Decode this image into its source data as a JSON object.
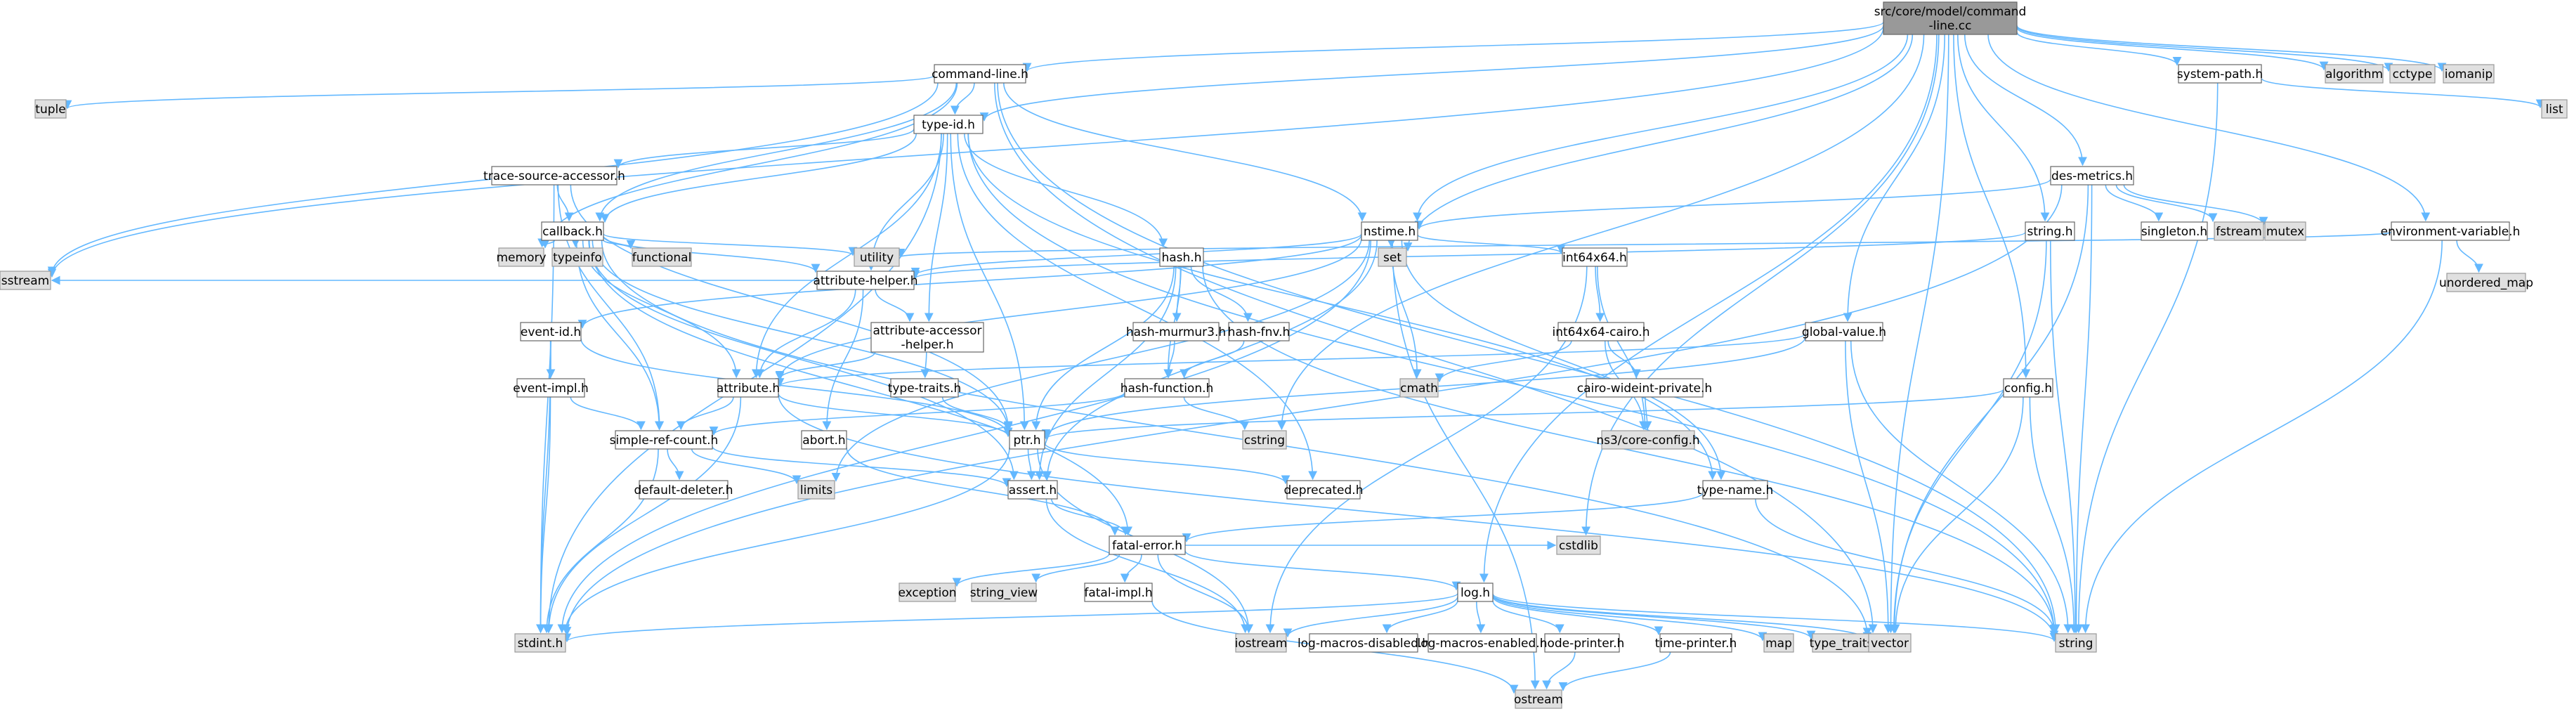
{
  "diagram": {
    "nodes": [
      {
        "id": "root",
        "label": "src/core/model/command-line.cc",
        "kind": "root"
      },
      {
        "id": "command-line.h",
        "label": "command-line.h",
        "kind": "file"
      },
      {
        "id": "type-id.h",
        "label": "type-id.h",
        "kind": "file"
      },
      {
        "id": "trace-source-accessor.h",
        "label": "trace-source-accessor.h",
        "kind": "file"
      },
      {
        "id": "callback.h",
        "label": "callback.h",
        "kind": "file"
      },
      {
        "id": "nstime.h",
        "label": "nstime.h",
        "kind": "file"
      },
      {
        "id": "hash.h",
        "label": "hash.h",
        "kind": "file"
      },
      {
        "id": "attribute-helper.h",
        "label": "attribute-helper.h",
        "kind": "file"
      },
      {
        "id": "attribute-accessor-helper.h",
        "label": "attribute-accessor-helper.h",
        "kind": "file"
      },
      {
        "id": "attribute.h",
        "label": "attribute.h",
        "kind": "file"
      },
      {
        "id": "event-id.h",
        "label": "event-id.h",
        "kind": "file"
      },
      {
        "id": "event-impl.h",
        "label": "event-impl.h",
        "kind": "file"
      },
      {
        "id": "simple-ref-count.h",
        "label": "simple-ref-count.h",
        "kind": "file"
      },
      {
        "id": "default-deleter.h",
        "label": "default-deleter.h",
        "kind": "file"
      },
      {
        "id": "abort.h",
        "label": "abort.h",
        "kind": "file"
      },
      {
        "id": "hash-murmur3.h",
        "label": "hash-murmur3.h",
        "kind": "file"
      },
      {
        "id": "hash-fnv.h",
        "label": "hash-fnv.h",
        "kind": "file"
      },
      {
        "id": "hash-function.h",
        "label": "hash-function.h",
        "kind": "file"
      },
      {
        "id": "type-traits.h",
        "label": "type-traits.h",
        "kind": "file"
      },
      {
        "id": "ptr.h",
        "label": "ptr.h",
        "kind": "file"
      },
      {
        "id": "assert.h",
        "label": "assert.h",
        "kind": "file"
      },
      {
        "id": "deprecated.h",
        "label": "deprecated.h",
        "kind": "file"
      },
      {
        "id": "fatal-error.h",
        "label": "fatal-error.h",
        "kind": "file"
      },
      {
        "id": "fatal-impl.h",
        "label": "fatal-impl.h",
        "kind": "file"
      },
      {
        "id": "log.h",
        "label": "log.h",
        "kind": "file"
      },
      {
        "id": "log-macros-disabled.h",
        "label": "log-macros-disabled.h",
        "kind": "file"
      },
      {
        "id": "log-macros-enabled.h",
        "label": "log-macros-enabled.h",
        "kind": "file"
      },
      {
        "id": "node-printer.h",
        "label": "node-printer.h",
        "kind": "file"
      },
      {
        "id": "time-printer.h",
        "label": "time-printer.h",
        "kind": "file"
      },
      {
        "id": "int64x64.h",
        "label": "int64x64.h",
        "kind": "file"
      },
      {
        "id": "int64x64-cairo.h",
        "label": "int64x64-cairo.h",
        "kind": "file"
      },
      {
        "id": "cairo-wideint-private.h",
        "label": "cairo-wideint-private.h",
        "kind": "file"
      },
      {
        "id": "type-name.h",
        "label": "type-name.h",
        "kind": "file"
      },
      {
        "id": "des-metrics.h",
        "label": "des-metrics.h",
        "kind": "file"
      },
      {
        "id": "singleton.h",
        "label": "singleton.h",
        "kind": "file"
      },
      {
        "id": "string.h",
        "label": "string.h",
        "kind": "file"
      },
      {
        "id": "global-value.h",
        "label": "global-value.h",
        "kind": "file"
      },
      {
        "id": "config.h",
        "label": "config.h",
        "kind": "file"
      },
      {
        "id": "environment-variable.h",
        "label": "environment-variable.h",
        "kind": "file"
      },
      {
        "id": "system-path.h",
        "label": "system-path.h",
        "kind": "file"
      },
      {
        "id": "tuple",
        "label": "tuple",
        "kind": "system"
      },
      {
        "id": "sstream",
        "label": "sstream",
        "kind": "system"
      },
      {
        "id": "memory",
        "label": "memory",
        "kind": "system"
      },
      {
        "id": "typeinfo",
        "label": "typeinfo",
        "kind": "system"
      },
      {
        "id": "functional",
        "label": "functional",
        "kind": "system"
      },
      {
        "id": "utility",
        "label": "utility",
        "kind": "system"
      },
      {
        "id": "set",
        "label": "set",
        "kind": "system"
      },
      {
        "id": "cmath",
        "label": "cmath",
        "kind": "system"
      },
      {
        "id": "cstring",
        "label": "cstring",
        "kind": "system"
      },
      {
        "id": "limits",
        "label": "limits",
        "kind": "system"
      },
      {
        "id": "stdint.h",
        "label": "stdint.h",
        "kind": "system"
      },
      {
        "id": "iostream",
        "label": "iostream",
        "kind": "system"
      },
      {
        "id": "exception",
        "label": "exception",
        "kind": "system"
      },
      {
        "id": "string_view",
        "label": "string_view",
        "kind": "system"
      },
      {
        "id": "cstdlib",
        "label": "cstdlib",
        "kind": "system"
      },
      {
        "id": "map",
        "label": "map",
        "kind": "system"
      },
      {
        "id": "type_traits",
        "label": "type_traits",
        "kind": "system"
      },
      {
        "id": "vector",
        "label": "vector",
        "kind": "system"
      },
      {
        "id": "string",
        "label": "string",
        "kind": "system"
      },
      {
        "id": "ostream",
        "label": "ostream",
        "kind": "system"
      },
      {
        "id": "ns3/core-config.h",
        "label": "ns3/core-config.h",
        "kind": "system"
      },
      {
        "id": "fstream",
        "label": "fstream",
        "kind": "system"
      },
      {
        "id": "mutex",
        "label": "mutex",
        "kind": "system"
      },
      {
        "id": "unordered_map",
        "label": "unordered_map",
        "kind": "system"
      },
      {
        "id": "algorithm",
        "label": "algorithm",
        "kind": "system"
      },
      {
        "id": "cctype",
        "label": "cctype",
        "kind": "system"
      },
      {
        "id": "iomanip",
        "label": "iomanip",
        "kind": "system"
      },
      {
        "id": "list",
        "label": "list",
        "kind": "system"
      }
    ],
    "edges": [
      [
        "root",
        "command-line.h"
      ],
      [
        "root",
        "type-id.h"
      ],
      [
        "root",
        "nstime.h"
      ],
      [
        "root",
        "sstream"
      ],
      [
        "root",
        "set"
      ],
      [
        "root",
        "cstring"
      ],
      [
        "root",
        "log.h"
      ],
      [
        "root",
        "cstdlib"
      ],
      [
        "root",
        "vector"
      ],
      [
        "root",
        "des-metrics.h"
      ],
      [
        "root",
        "string.h"
      ],
      [
        "root",
        "global-value.h"
      ],
      [
        "root",
        "config.h"
      ],
      [
        "root",
        "environment-variable.h"
      ],
      [
        "root",
        "system-path.h"
      ],
      [
        "root",
        "algorithm"
      ],
      [
        "root",
        "cctype"
      ],
      [
        "root",
        "iomanip"
      ],
      [
        "command-line.h",
        "tuple"
      ],
      [
        "command-line.h",
        "type-id.h"
      ],
      [
        "command-line.h",
        "callback.h"
      ],
      [
        "command-line.h",
        "nstime.h"
      ],
      [
        "command-line.h",
        "sstream"
      ],
      [
        "command-line.h",
        "memory"
      ],
      [
        "command-line.h",
        "string"
      ],
      [
        "command-line.h",
        "vector"
      ],
      [
        "type-id.h",
        "trace-source-accessor.h"
      ],
      [
        "type-id.h",
        "callback.h"
      ],
      [
        "type-id.h",
        "attribute-helper.h"
      ],
      [
        "type-id.h",
        "attribute-accessor-helper.h"
      ],
      [
        "type-id.h",
        "attribute.h"
      ],
      [
        "type-id.h",
        "hash.h"
      ],
      [
        "type-id.h",
        "type-name.h"
      ],
      [
        "type-id.h",
        "deprecated.h"
      ],
      [
        "type-id.h",
        "stdint.h"
      ],
      [
        "type-id.h",
        "string"
      ],
      [
        "type-id.h",
        "ptr.h"
      ],
      [
        "trace-source-accessor.h",
        "callback.h"
      ],
      [
        "trace-source-accessor.h",
        "ptr.h"
      ],
      [
        "trace-source-accessor.h",
        "simple-ref-count.h"
      ],
      [
        "trace-source-accessor.h",
        "stdint.h"
      ],
      [
        "callback.h",
        "memory"
      ],
      [
        "callback.h",
        "typeinfo"
      ],
      [
        "callback.h",
        "functional"
      ],
      [
        "callback.h",
        "utility"
      ],
      [
        "callback.h",
        "attribute.h"
      ],
      [
        "callback.h",
        "attribute-helper.h"
      ],
      [
        "callback.h",
        "ptr.h"
      ],
      [
        "callback.h",
        "simple-ref-count.h"
      ],
      [
        "callback.h",
        "fatal-error.h"
      ],
      [
        "callback.h",
        "assert.h"
      ],
      [
        "callback.h",
        "vector"
      ],
      [
        "nstime.h",
        "attribute-helper.h"
      ],
      [
        "nstime.h",
        "attribute.h"
      ],
      [
        "nstime.h",
        "event-id.h"
      ],
      [
        "nstime.h",
        "int64x64.h"
      ],
      [
        "nstime.h",
        "set"
      ],
      [
        "nstime.h",
        "cmath"
      ],
      [
        "nstime.h",
        "limits"
      ],
      [
        "nstime.h",
        "ostream"
      ],
      [
        "nstime.h",
        "stdint.h"
      ],
      [
        "nstime.h",
        "assert.h"
      ],
      [
        "nstime.h",
        "type-name.h"
      ],
      [
        "attribute-helper.h",
        "abort.h"
      ],
      [
        "attribute-helper.h",
        "attribute-accessor-helper.h"
      ],
      [
        "attribute-helper.h",
        "attribute.h"
      ],
      [
        "attribute-helper.h",
        "sstream"
      ],
      [
        "attribute-accessor-helper.h",
        "attribute.h"
      ],
      [
        "attribute-accessor-helper.h",
        "type-traits.h"
      ],
      [
        "attribute.h",
        "ptr.h"
      ],
      [
        "attribute.h",
        "simple-ref-count.h"
      ],
      [
        "attribute.h",
        "string"
      ],
      [
        "attribute.h",
        "stdint.h"
      ],
      [
        "event-id.h",
        "event-impl.h"
      ],
      [
        "event-id.h",
        "ptr.h"
      ],
      [
        "event-id.h",
        "stdint.h"
      ],
      [
        "event-impl.h",
        "simple-ref-count.h"
      ],
      [
        "event-impl.h",
        "stdint.h"
      ],
      [
        "simple-ref-count.h",
        "default-deleter.h"
      ],
      [
        "simple-ref-count.h",
        "limits"
      ],
      [
        "simple-ref-count.h",
        "assert.h"
      ],
      [
        "simple-ref-count.h",
        "stdint.h"
      ],
      [
        "abort.h",
        "fatal-error.h"
      ],
      [
        "hash.h",
        "hash-murmur3.h"
      ],
      [
        "hash.h",
        "hash-fnv.h"
      ],
      [
        "hash.h",
        "hash-function.h"
      ],
      [
        "hash.h",
        "ptr.h"
      ],
      [
        "hash.h",
        "string"
      ],
      [
        "hash.h",
        "assert.h"
      ],
      [
        "hash-murmur3.h",
        "hash-function.h"
      ],
      [
        "hash-fnv.h",
        "hash-function.h"
      ],
      [
        "hash-function.h",
        "cstring"
      ],
      [
        "hash-function.h",
        "simple-ref-count.h"
      ],
      [
        "type-traits.h",
        "ptr.h"
      ],
      [
        "ptr.h",
        "assert.h"
      ],
      [
        "ptr.h",
        "deprecated.h"
      ],
      [
        "ptr.h",
        "iostream"
      ],
      [
        "ptr.h",
        "stdint.h"
      ],
      [
        "assert.h",
        "fatal-error.h"
      ],
      [
        "assert.h",
        "iostream"
      ],
      [
        "fatal-error.h",
        "exception"
      ],
      [
        "fatal-error.h",
        "string_view"
      ],
      [
        "fatal-error.h",
        "fatal-impl.h"
      ],
      [
        "fatal-error.h",
        "iostream"
      ],
      [
        "fatal-error.h",
        "cstdlib"
      ],
      [
        "fatal-error.h",
        "log.h"
      ],
      [
        "fatal-impl.h",
        "ostream"
      ],
      [
        "log.h",
        "log-macros-disabled.h"
      ],
      [
        "log.h",
        "log-macros-enabled.h"
      ],
      [
        "log.h",
        "node-printer.h"
      ],
      [
        "log.h",
        "time-printer.h"
      ],
      [
        "log.h",
        "map"
      ],
      [
        "log.h",
        "type_traits"
      ],
      [
        "log.h",
        "vector"
      ],
      [
        "log.h",
        "string"
      ],
      [
        "log.h",
        "iostream"
      ],
      [
        "log.h",
        "stdint.h"
      ],
      [
        "node-printer.h",
        "ostream"
      ],
      [
        "time-printer.h",
        "ostream"
      ],
      [
        "int64x64.h",
        "int64x64-cairo.h"
      ],
      [
        "int64x64.h",
        "ns3/core-config.h"
      ],
      [
        "int64x64.h",
        "iostream"
      ],
      [
        "int64x64-cairo.h",
        "cairo-wideint-private.h"
      ],
      [
        "int64x64-cairo.h",
        "cmath"
      ],
      [
        "int64x64-cairo.h",
        "ns3/core-config.h"
      ],
      [
        "cairo-wideint-private.h",
        "ns3/core-config.h"
      ],
      [
        "type-name.h",
        "fatal-error.h"
      ],
      [
        "type-name.h",
        "string"
      ],
      [
        "des-metrics.h",
        "nstime.h"
      ],
      [
        "des-metrics.h",
        "singleton.h"
      ],
      [
        "des-metrics.h",
        "fstream"
      ],
      [
        "des-metrics.h",
        "mutex"
      ],
      [
        "des-metrics.h",
        "string"
      ],
      [
        "des-metrics.h",
        "vector"
      ],
      [
        "des-metrics.h",
        "stdint.h"
      ],
      [
        "string.h",
        "string"
      ],
      [
        "string.h",
        "vector"
      ],
      [
        "string.h",
        "attribute-helper.h"
      ],
      [
        "global-value.h",
        "attribute.h"
      ],
      [
        "global-value.h",
        "ptr.h"
      ],
      [
        "global-value.h",
        "string"
      ],
      [
        "global-value.h",
        "vector"
      ],
      [
        "config.h",
        "ptr.h"
      ],
      [
        "config.h",
        "string"
      ],
      [
        "config.h",
        "vector"
      ],
      [
        "environment-variable.h",
        "string"
      ],
      [
        "environment-variable.h",
        "unordered_map"
      ],
      [
        "environment-variable.h",
        "utility"
      ],
      [
        "system-path.h",
        "list"
      ],
      [
        "system-path.h",
        "string"
      ]
    ],
    "colors": {
      "edge": "#63b8ff",
      "file_fill": "#ffffff",
      "file_border": "#666666",
      "system_fill": "#e0e0e0",
      "system_border": "#999999",
      "root_fill": "#999999",
      "root_border": "#666666",
      "text": "#000000"
    }
  }
}
